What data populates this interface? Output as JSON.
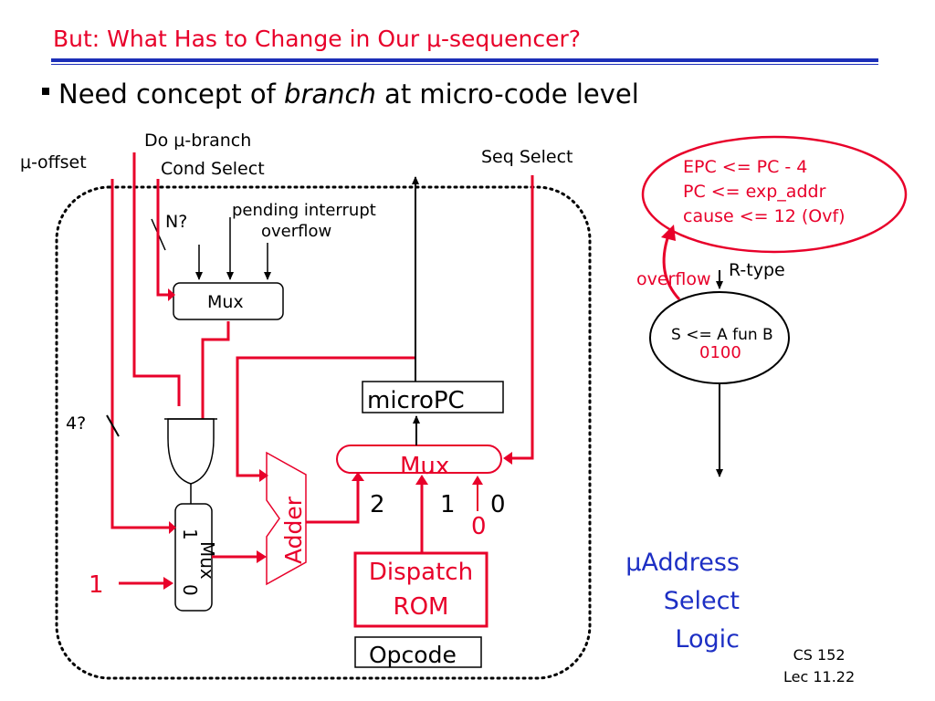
{
  "slide": {
    "title": "But: What Has to Change in Our μ-sequencer?",
    "bullet_prefix": "Need concept of ",
    "bullet_italic": "branch",
    "bullet_suffix": " at micro-code level",
    "footer_course": "CS 152",
    "footer_lecture": "Lec 11.22"
  },
  "diagram": {
    "do_branch": "Do μ-branch",
    "offset": "μ-offset",
    "cond_select": "Cond Select",
    "seq_select": "Seq Select",
    "n_label": "N?",
    "pending_interrupt": "pending interrupt",
    "overflow_input": "overflow",
    "mux_top": "Mux",
    "four_label": "4?",
    "mux_left": "Mux",
    "mux_left_1": "1",
    "mux_left_0": "0",
    "one_input": "1",
    "adder": "Adder",
    "micro_pc": "microPC",
    "mux_main": "Mux",
    "mux_in_2": "2",
    "mux_in_1": "1",
    "mux_in_0": "0",
    "mux_in_0_red": "0",
    "dispatch_rom_line1": "Dispatch",
    "dispatch_rom_line2": "ROM",
    "opcode": "Opcode",
    "address_select_line1": "μAddress",
    "address_select_line2": "Select",
    "address_select_line3": "Logic"
  },
  "state_diagram": {
    "exception_line1": "EPC <= PC - 4",
    "exception_line2": "PC <= exp_addr",
    "exception_line3": "cause <= 12 (Ovf)",
    "overflow_label": "overflow",
    "r_type": "R-type",
    "state_op": "S <= A fun B",
    "state_code": "0100"
  },
  "colors": {
    "title": "#e8002a",
    "rule": "#1c2fb8",
    "red": "#e8002a",
    "blue": "#1d2fc4"
  }
}
